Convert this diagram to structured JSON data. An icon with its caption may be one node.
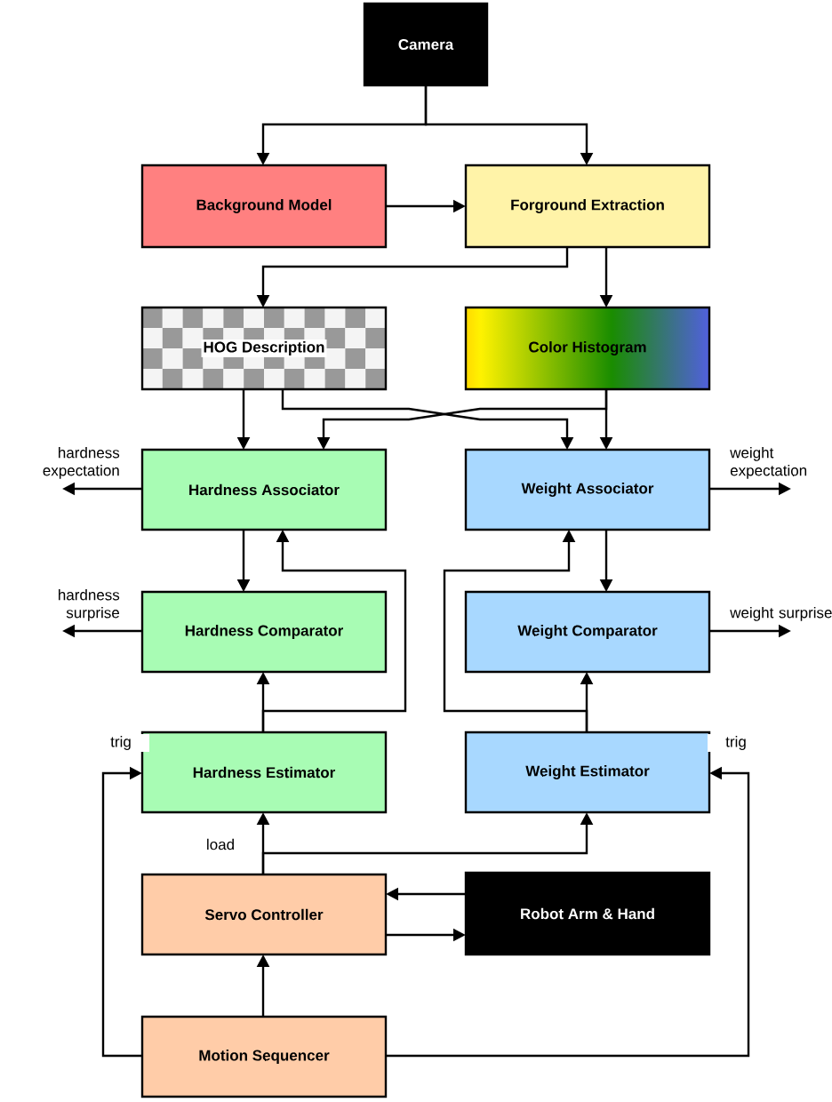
{
  "diagram": {
    "nodes": [
      {
        "text": [
          "Camera"
        ]
      },
      {
        "text": [
          "Background Model"
        ]
      },
      {
        "text": [
          "Forground Extraction"
        ]
      },
      {
        "text": [
          "HOG Description"
        ]
      },
      {
        "text": [
          "Color Histogram"
        ]
      },
      {
        "text": [
          "Hardness Associator"
        ]
      },
      {
        "text": [
          "Weight Associator"
        ]
      },
      {
        "text": [
          "Hardness Comparator"
        ]
      },
      {
        "text": [
          "Weight Comparator"
        ]
      },
      {
        "text": [
          "Hardness Estimator"
        ]
      },
      {
        "text": [
          "Weight Estimator"
        ]
      },
      {
        "text": [
          "Servo Controller"
        ]
      },
      {
        "text": [
          "Robot Arm & Hand"
        ]
      },
      {
        "text": [
          "Motion Sequencer"
        ]
      }
    ],
    "edges": [
      {
        "from": 0,
        "to": 1,
        "arrow": "to"
      },
      {
        "from": 0,
        "to": 2,
        "arrow": "to"
      },
      {
        "from": 1,
        "to": 2,
        "arrow": "to"
      },
      {
        "from": 2,
        "to": 3,
        "arrow": "to"
      },
      {
        "from": 2,
        "to": 4,
        "arrow": "to"
      },
      {
        "from": 3,
        "to": 5,
        "arrow": "to"
      },
      {
        "from": 3,
        "to": 6,
        "arrow": "to"
      },
      {
        "from": 4,
        "to": 6,
        "arrow": "to"
      },
      {
        "from": 4,
        "to": 5,
        "arrow": "to"
      },
      {
        "from": 5,
        "to": null,
        "arrow": "to",
        "label": "hardness expectation"
      },
      {
        "from": 6,
        "to": null,
        "arrow": "to",
        "label": "weight expectation"
      },
      {
        "from": 5,
        "to": 7,
        "arrow": "to"
      },
      {
        "from": 6,
        "to": 8,
        "arrow": "to"
      },
      {
        "from": 7,
        "to": null,
        "arrow": "to",
        "label": "hardness surprise"
      },
      {
        "from": 8,
        "to": null,
        "arrow": "to",
        "label": "weight surprise"
      },
      {
        "from": 9,
        "to": 7,
        "arrow": "to"
      },
      {
        "from": 9,
        "to": 5,
        "arrow": "to"
      },
      {
        "from": 10,
        "to": 8,
        "arrow": "to"
      },
      {
        "from": 10,
        "to": 6,
        "arrow": "to"
      },
      {
        "from": 11,
        "to": 9,
        "arrow": "to",
        "label": "load"
      },
      {
        "from": 11,
        "to": 10,
        "arrow": "to"
      },
      {
        "from": 12,
        "to": 11,
        "arrow": "to"
      },
      {
        "from": 11,
        "to": 12,
        "arrow": "to"
      },
      {
        "from": 13,
        "to": 11,
        "arrow": "to"
      },
      {
        "from": 13,
        "to": 9,
        "arrow": "to",
        "label": "trig"
      },
      {
        "from": 13,
        "to": 10,
        "arrow": "to",
        "label": "trig"
      }
    ]
  }
}
